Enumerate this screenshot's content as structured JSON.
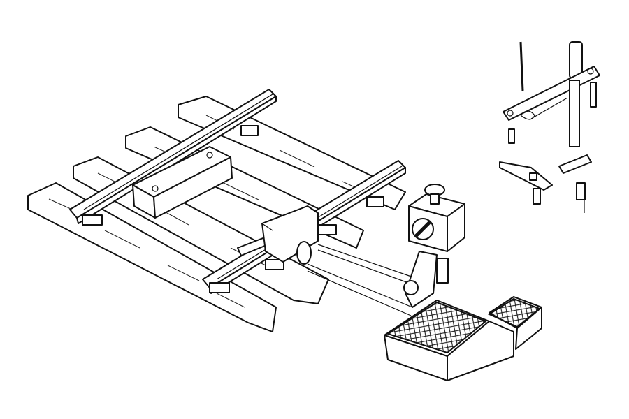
{
  "title": "",
  "colors": {
    "ink": "#111111",
    "paper": "#ffffff"
  },
  "parts": {
    "track": "railway-track",
    "point_motor": "point-lever-with-lamp",
    "exploded_view": "lever-assembly-exploded"
  }
}
